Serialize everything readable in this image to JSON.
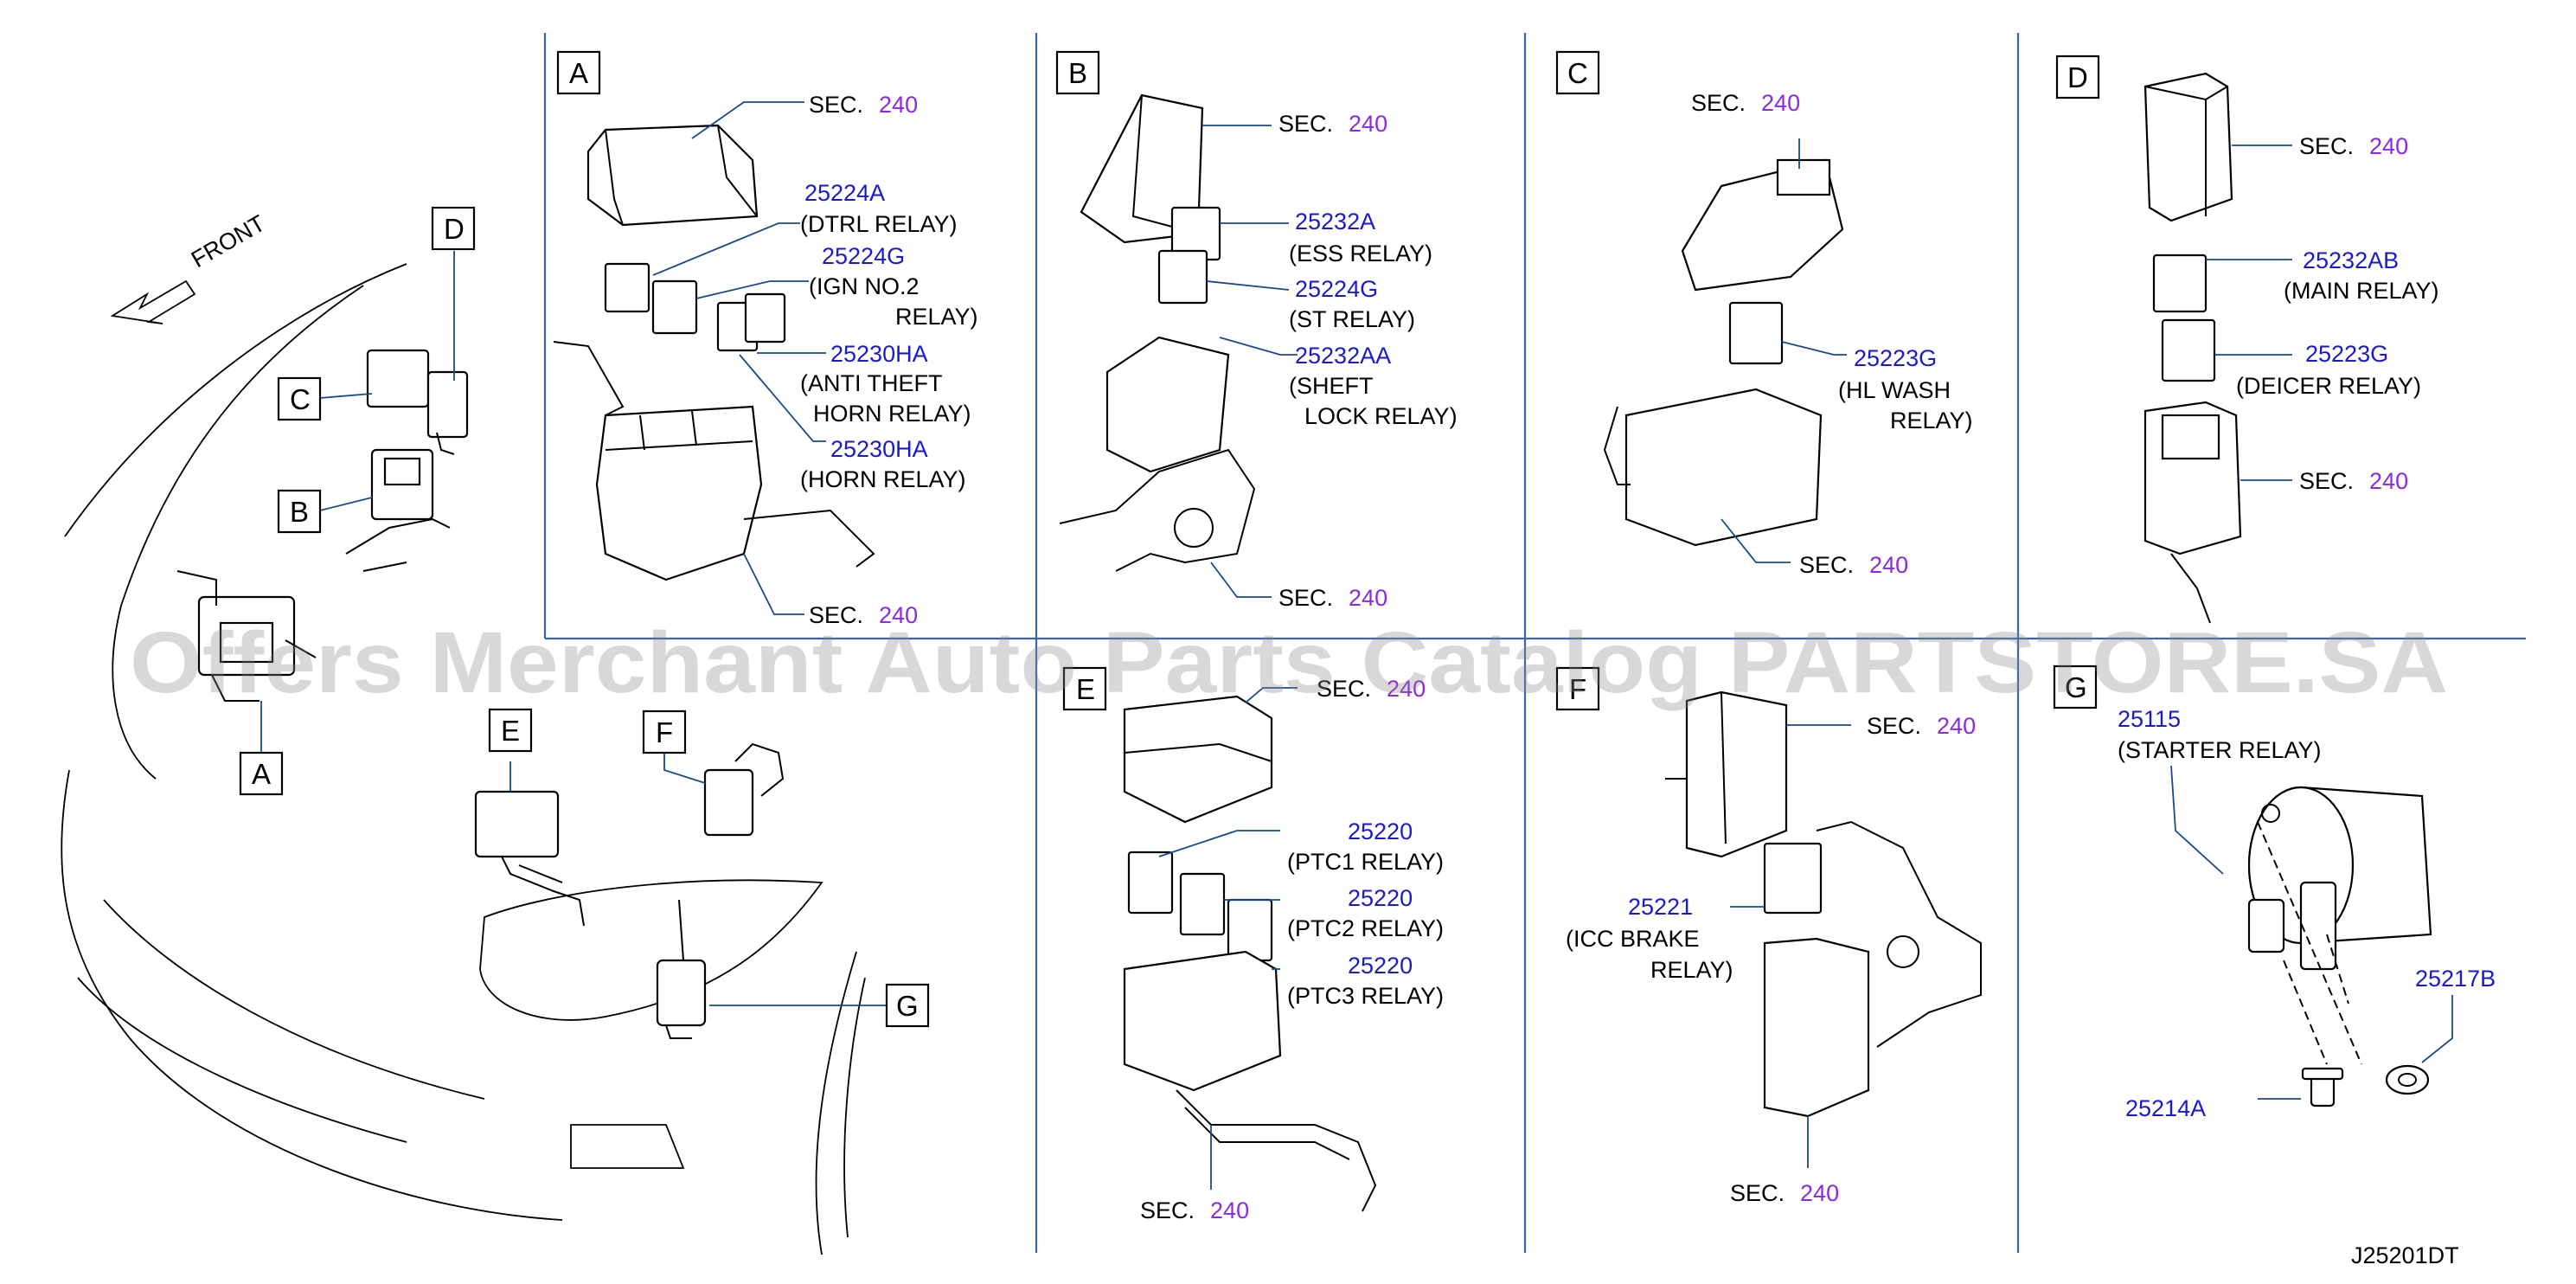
{
  "diagram_code": "J25201DT",
  "watermark": "Offers Merchant Auto Parts Catalog PARTSTORE.SA",
  "overview": {
    "front_label": "FRONT",
    "callouts": [
      "D",
      "C",
      "B",
      "A",
      "E",
      "F",
      "G"
    ]
  },
  "sec_word": "SEC.",
  "sec_num": "240",
  "panels": {
    "A": {
      "label": "A",
      "parts": [
        {
          "pn": "25224A",
          "desc": [
            "(DTRL   RELAY)"
          ]
        },
        {
          "pn": "25224G",
          "desc": [
            "(IGN   NO.2",
            "RELAY)"
          ]
        },
        {
          "pn": "25230HA",
          "desc": [
            "(ANTI   THEFT",
            "HORN   RELAY)"
          ]
        },
        {
          "pn": "25230HA",
          "desc": [
            "(HORN   RELAY)"
          ]
        }
      ]
    },
    "B": {
      "label": "B",
      "parts": [
        {
          "pn": "25232A",
          "desc": [
            "(ESS   RELAY)"
          ]
        },
        {
          "pn": "25224G",
          "desc": [
            "(ST   RELAY)"
          ]
        },
        {
          "pn": "25232AA",
          "desc": [
            "(SHEFT",
            "LOCK   RELAY)"
          ]
        }
      ]
    },
    "C": {
      "label": "C",
      "parts": [
        {
          "pn": "25223G",
          "desc": [
            "(HL   WASH",
            "RELAY)"
          ]
        }
      ]
    },
    "D": {
      "label": "D",
      "parts": [
        {
          "pn": "25232AB",
          "desc": [
            "(MAIN   RELAY)"
          ]
        },
        {
          "pn": "25223G",
          "desc": [
            "(DEICER   RELAY)"
          ]
        }
      ]
    },
    "E": {
      "label": "E",
      "parts": [
        {
          "pn": "25220",
          "desc": [
            "(PTC1   RELAY)"
          ]
        },
        {
          "pn": "25220",
          "desc": [
            "(PTC2   RELAY)"
          ]
        },
        {
          "pn": "25220",
          "desc": [
            "(PTC3   RELAY)"
          ]
        }
      ]
    },
    "F": {
      "label": "F",
      "parts": [
        {
          "pn": "25221",
          "desc": [
            "(ICC   BRAKE",
            "RELAY)"
          ]
        }
      ]
    },
    "G": {
      "label": "G",
      "parts": [
        {
          "pn": "25115",
          "desc": [
            "(STARTER   RELAY)"
          ]
        },
        {
          "pn": "25217B",
          "desc": []
        },
        {
          "pn": "25214A",
          "desc": []
        }
      ]
    }
  }
}
